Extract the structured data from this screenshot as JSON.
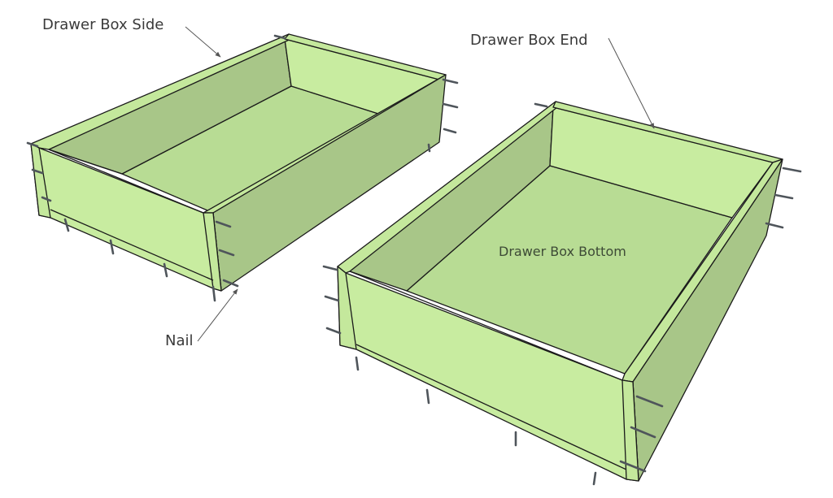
{
  "diagram": {
    "type": "isometric-woodworking-illustration",
    "subject": "Two nailed drawer boxes",
    "colors": {
      "background": "#ffffff",
      "panel_light": "#c8eca0",
      "panel_mid": "#b8dc94",
      "panel_dark": "#a8c688",
      "edge": "#c4e89c",
      "outline": "#1a1a1a",
      "nail": "#555a60",
      "label_text": "#3a3a3a",
      "leader_line": "#555555"
    },
    "labels": {
      "side": "Drawer Box Side",
      "end": "Drawer Box End",
      "bottom": "Drawer Box Bottom",
      "nail": "Nail"
    },
    "boxes": [
      {
        "name": "left-drawer-box",
        "nails_per_corner": 3,
        "bottom_nails_visible": 4
      },
      {
        "name": "right-drawer-box",
        "nails_per_corner": 3,
        "bottom_nails_visible": 4
      }
    ]
  }
}
